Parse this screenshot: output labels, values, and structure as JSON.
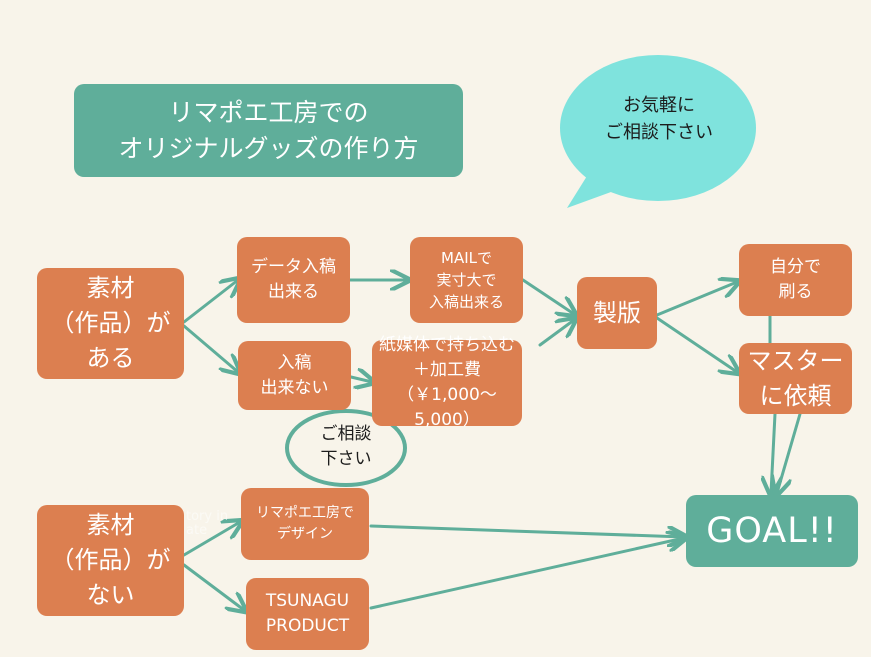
{
  "title": "リマポエ工房での\nオリジナルグッズの作り方",
  "speech_bubble": "お気軽に\nご相談下さい",
  "consult_oval": "ご相談\n下さい",
  "nodes": {
    "material_yes": "素材\n（作品）が\nある",
    "data_possible": "データ入稿\n出来る",
    "mail_actual": "MAILで\n実寸大で\n入稿出来る",
    "data_impossible": "入稿\n出来ない",
    "paper_media": "紙媒体で持ち込む\n＋加工費\n（￥1,000〜5,000）",
    "platemaking": "製版",
    "self_print": "自分で\n刷る",
    "master_request": "マスター\nに依頼",
    "goal": "GOAL!!",
    "material_no": "素材\n（作品）が\nない",
    "rimapoe_design": "リマポエ工房で\nデザイン",
    "tsunagu": "TSUNAGU\nPRODUCT"
  },
  "ghost_text": "tory in\nate",
  "colors": {
    "background": "#f8f4ea",
    "orange": "#dc7f50",
    "teal": "#5fae9a",
    "arrow": "#5fae9a",
    "bubble": "#7fe3dd"
  }
}
